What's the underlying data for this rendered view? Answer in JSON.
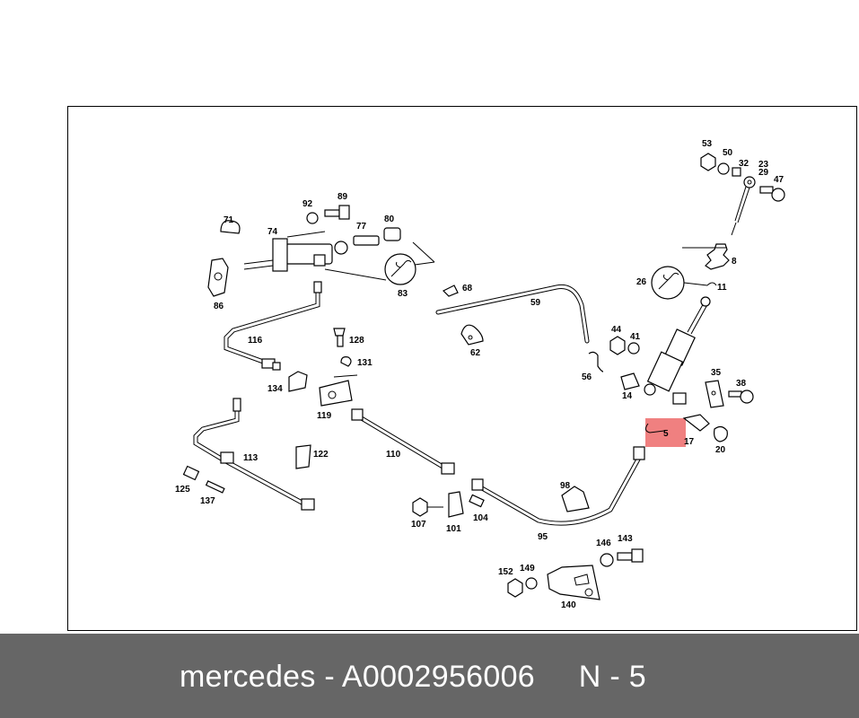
{
  "diagram": {
    "highlight_color": "#f08080",
    "highlighted_part": "5",
    "labels": {
      "p53": "53",
      "p50": "50",
      "p32": "32",
      "p23": "23",
      "p29": "29",
      "p47": "47",
      "p92": "92",
      "p89": "89",
      "p71": "71",
      "p74": "74",
      "p77": "77",
      "p80": "80",
      "p8": "8",
      "p26": "26",
      "p11": "11",
      "p86": "86",
      "p83": "83",
      "p68": "68",
      "p59": "59",
      "p116": "116",
      "p128": "128",
      "p62": "62",
      "p44": "44",
      "p41": "41",
      "p131": "131",
      "p56": "56",
      "p134": "134",
      "p14": "14",
      "p35": "35",
      "p38": "38",
      "p119": "119",
      "p5": "5",
      "p17": "17",
      "p20": "20",
      "p113": "113",
      "p122": "122",
      "p110": "110",
      "p125": "125",
      "p137": "137",
      "p98": "98",
      "p107": "107",
      "p101": "101",
      "p104": "104",
      "p95": "95",
      "p146": "146",
      "p143": "143",
      "p152": "152",
      "p149": "149",
      "p140": "140"
    }
  },
  "footer": {
    "text": "mercedes - A0002956006     N - 5",
    "background": "#666666"
  }
}
